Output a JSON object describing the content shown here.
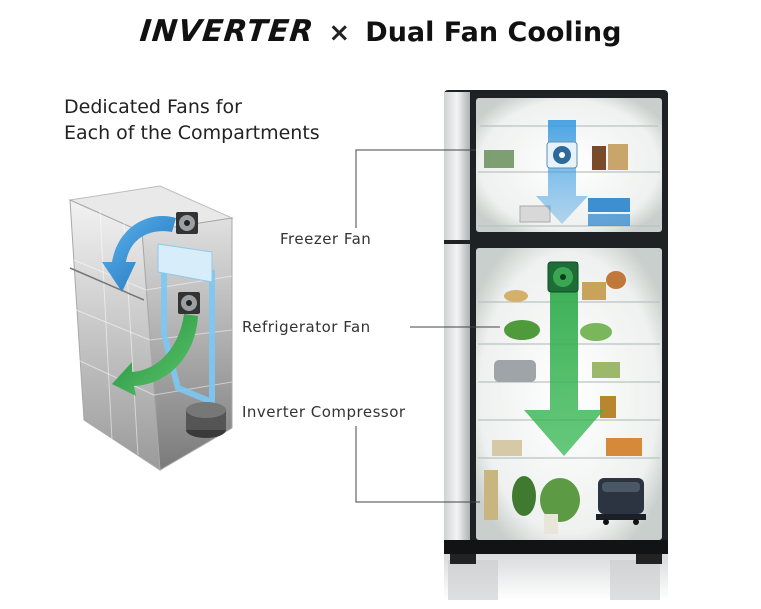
{
  "headline": {
    "brand_word": "INVERTER",
    "times": "×",
    "tagline": "Dual Fan Cooling"
  },
  "heading": {
    "line1": "Dedicated Fans for",
    "line2": "Each of the Compartments"
  },
  "callouts": {
    "freezer_fan": "Freezer Fan",
    "refrigerator_fan": "Refrigerator Fan",
    "inverter_compressor": "Inverter Compressor"
  },
  "colors": {
    "airflow_freezer": "#2f8fd8",
    "airflow_fridge": "#2fae4a",
    "duct_blue": "#8fd0f5",
    "fridge_body": "#1f2224",
    "interior_glow": "#f4f6f5"
  },
  "icons": [
    "fan-icon",
    "compressor-icon",
    "airflow-arrow"
  ]
}
